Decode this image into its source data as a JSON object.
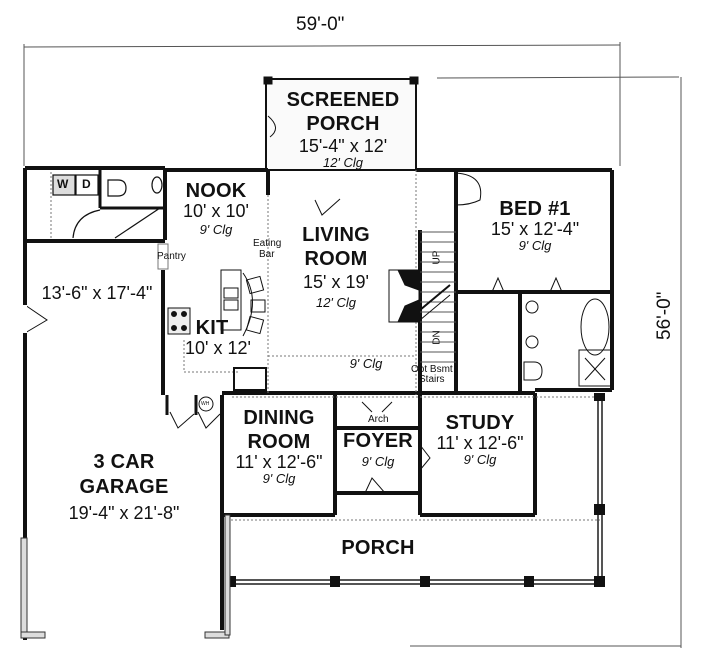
{
  "plan": {
    "overall_width": "59'-0\"",
    "overall_depth": "56'-0\""
  },
  "rooms": {
    "screened_porch": {
      "name_line1": "SCREENED",
      "name_line2": "PORCH",
      "size": "15'-4\" x 12'",
      "ceiling": "12' Clg"
    },
    "nook": {
      "name": "NOOK",
      "size": "10' x 10'",
      "ceiling": "9' Clg"
    },
    "living_room": {
      "name_line1": "LIVING",
      "name_line2": "ROOM",
      "size": "15' x 19'",
      "ceiling": "12' Clg",
      "ceiling_low": "9' Clg"
    },
    "bed1": {
      "name": "BED #1",
      "size": "15' x 12'-4\"",
      "ceiling": "9' Clg"
    },
    "kitchen": {
      "name": "KIT",
      "size": "10' x 12'"
    },
    "garage_bay": {
      "size": "13'-6\" x 17'-4\""
    },
    "garage": {
      "name_line1": "3 CAR",
      "name_line2": "GARAGE",
      "size": "19'-4\" x 21'-8\""
    },
    "dining_room": {
      "name_line1": "DINING",
      "name_line2": "ROOM",
      "size": "11' x 12'-6\"",
      "ceiling": "9' Clg"
    },
    "foyer": {
      "name": "FOYER",
      "ceiling": "9' Clg"
    },
    "study": {
      "name": "STUDY",
      "size": "11' x 12'-6\"",
      "ceiling": "9' Clg"
    },
    "porch": {
      "name": "PORCH"
    }
  },
  "annotations": {
    "pantry": "Pantry",
    "eating_bar_line1": "Eating",
    "eating_bar_line2": "Bar",
    "stairs_up": "UP",
    "stairs_down": "DN",
    "opt_bsmt_line1": "Opt Bsmt",
    "opt_bsmt_line2": "Stairs",
    "arch": "Arch",
    "washer": "W",
    "dryer": "D",
    "water_heater": "WH"
  }
}
